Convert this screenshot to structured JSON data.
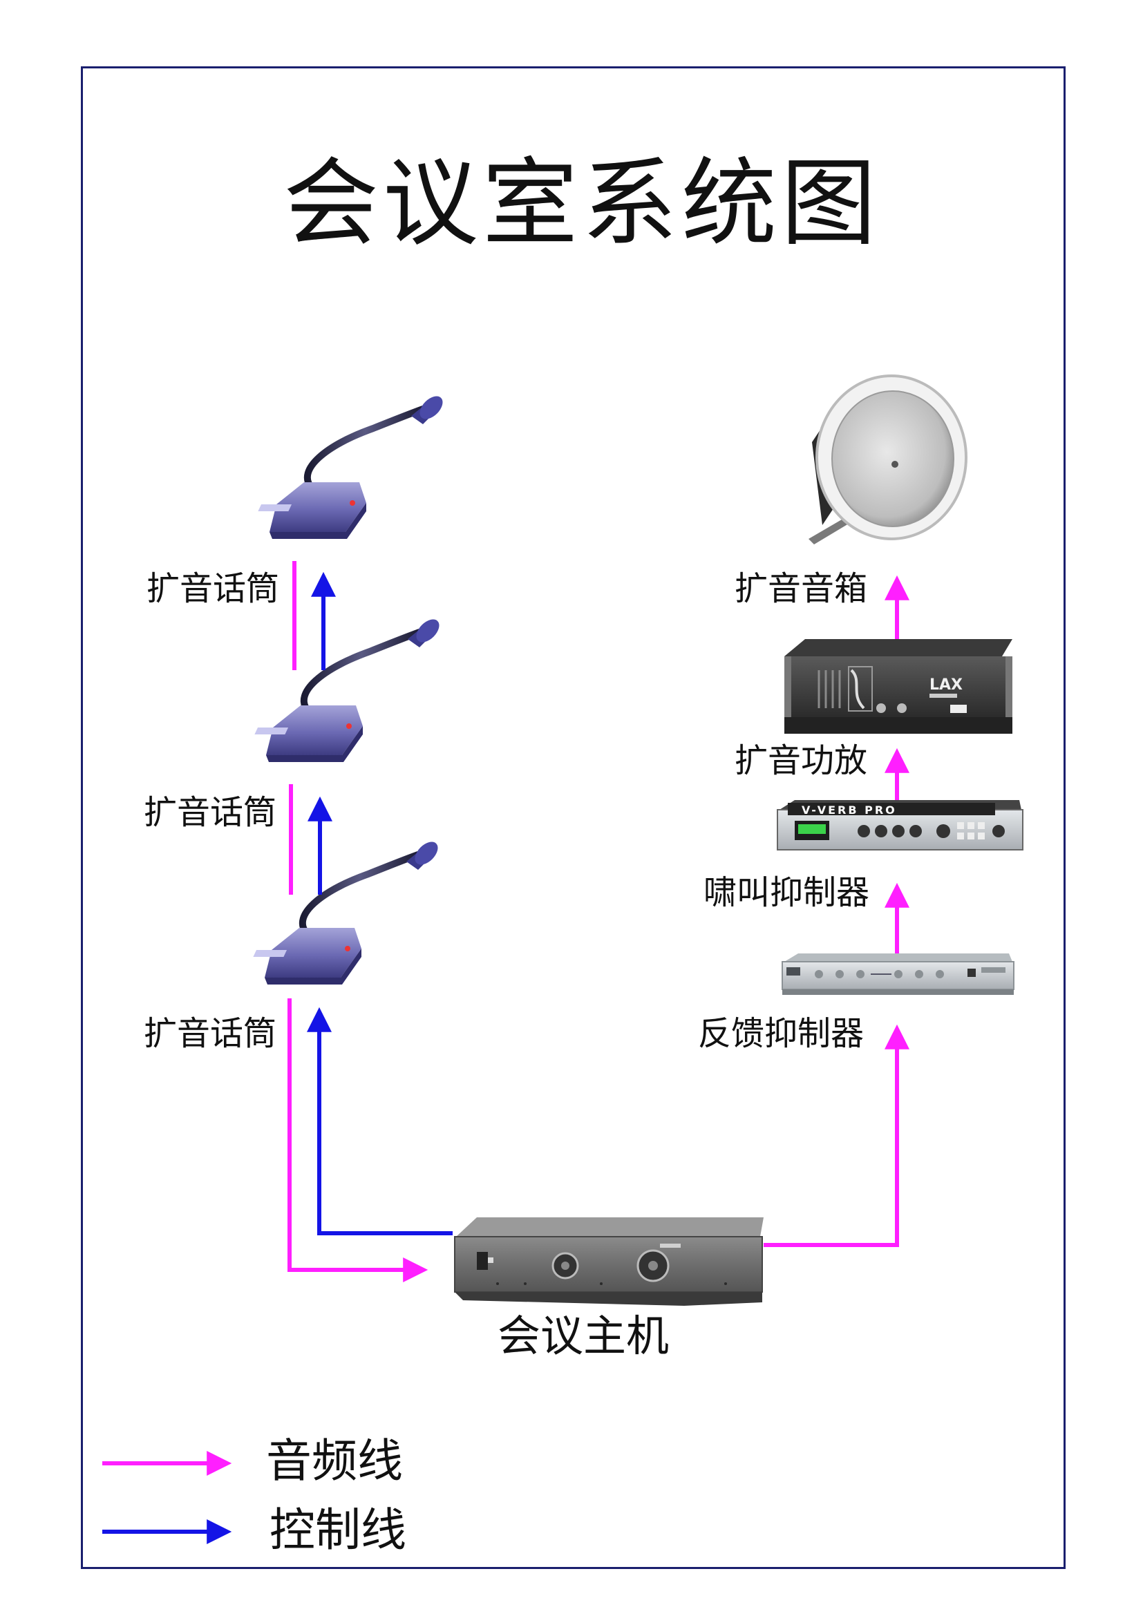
{
  "title": "会议室系统图",
  "colors": {
    "audio": "#ff1fff",
    "control": "#1414e6",
    "frame": "#1a1f6e"
  },
  "left_column": {
    "mic_labels": [
      "扩音话筒",
      "扩音话筒",
      "扩音话筒"
    ]
  },
  "right_column": {
    "speaker_label": "扩音音箱",
    "amplifier_label": "扩音功放",
    "howl_suppressor_label": "啸叫抑制器",
    "feedback_suppressor_label": "反馈抑制器",
    "amp_brand": "LAX",
    "processor_brand": "V-VERB PRO"
  },
  "host": {
    "label": "会议主机"
  },
  "legend": {
    "audio_label": "音频线",
    "control_label": "控制线"
  }
}
